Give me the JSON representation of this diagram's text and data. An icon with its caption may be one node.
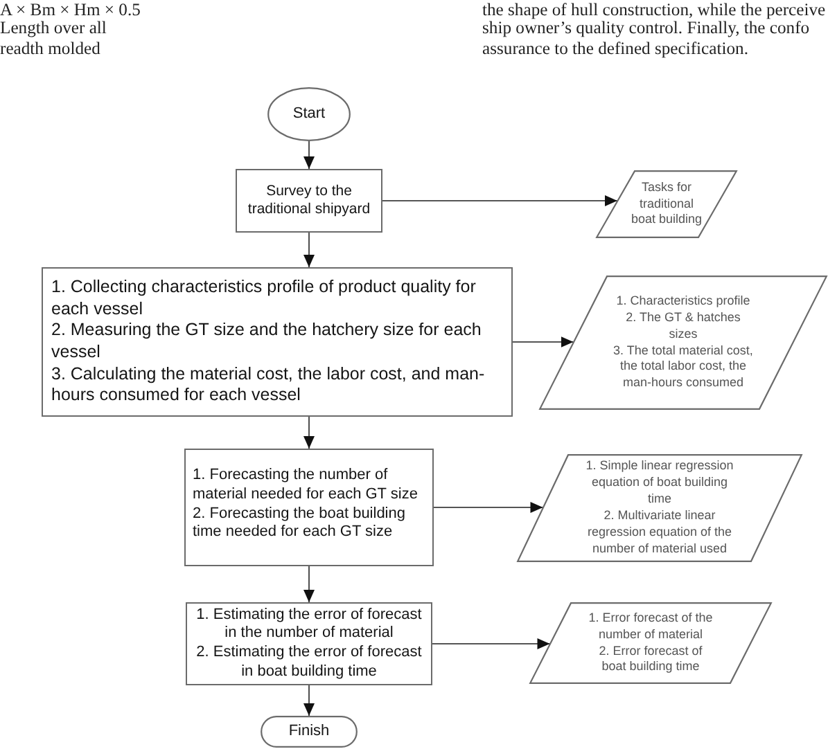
{
  "diagram": {
    "nodes": [
      {
        "text": [
          "Start"
        ]
      },
      {
        "text": [
          "Survey to the traditional shipyard"
        ]
      },
      {
        "text": [
          "Tasks for traditional boat building"
        ]
      },
      {
        "text": [
          "1. Collecting characteristics profile of product quality for each vessel",
          "2. Measuring the GT size and the hatchery size for each vessel",
          "3. Calculating the material cost, the labor cost, and man-hours consumed for each vessel"
        ]
      },
      {
        "text": [
          "1. Characteristics profile",
          "2. The GT & hatches sizes",
          "3. The total material cost, the total labor cost, the man-hours consumed"
        ]
      },
      {
        "text": [
          "1. Forecasting the number of material needed for each GT size",
          "2. Forecasting the boat building time needed for each GT size"
        ]
      },
      {
        "text": [
          "1. Simple linear regression equation of boat building time",
          "2. Multivariate linear regression equation of the number of material used"
        ]
      },
      {
        "text": [
          "1. Estimating the error of forecast in the number of material",
          "2. Estimating the error of forecast in boat building time"
        ]
      },
      {
        "text": [
          "1. Error forecast of the number of material",
          "2. Error forecast of boat building time"
        ]
      },
      {
        "text": [
          "Finish"
        ]
      }
    ],
    "edges": [
      {
        "from": 0,
        "to": 1,
        "arrow": "to"
      },
      {
        "from": 1,
        "to": 2,
        "arrow": "to"
      },
      {
        "from": 1,
        "to": 3,
        "arrow": "to"
      },
      {
        "from": 3,
        "to": 4,
        "arrow": "to"
      },
      {
        "from": 3,
        "to": 5,
        "arrow": "to"
      },
      {
        "from": 5,
        "to": 6,
        "arrow": "to"
      },
      {
        "from": 5,
        "to": 7,
        "arrow": "to"
      },
      {
        "from": 7,
        "to": 8,
        "arrow": "to"
      },
      {
        "from": 7,
        "to": 9,
        "arrow": "to"
      }
    ],
    "labels": [
      "A × Bm × Hm × 0.5",
      "Length over all",
      "readth molded",
      "the shape of hull construction, while the perceive",
      "ship owner’s quality control. Finally, the confo",
      "assurance to the defined specification."
    ]
  }
}
